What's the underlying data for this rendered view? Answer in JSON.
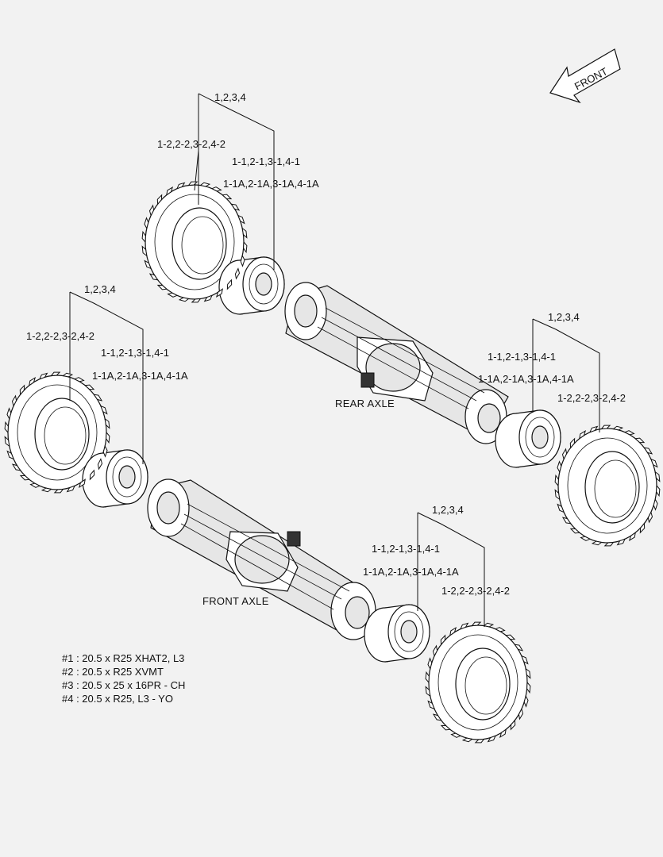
{
  "front_arrow": {
    "text": "FRONT"
  },
  "assemblies": {
    "rear_axle": {
      "title": "REAR AXLE",
      "left_wheel": {
        "tire_group": "1,2,3,4",
        "tire_set": "1-2,2-2,3-2,4-2",
        "rim_set": "1-1,2-1,3-1,4-1",
        "rim_part_set": "1-1A,2-1A,3-1A,4-1A"
      },
      "right_wheel": {
        "tire_group": "1,2,3,4",
        "rim_set": "1-1,2-1,3-1,4-1",
        "rim_part_set": "1-1A,2-1A,3-1A,4-1A",
        "tire_set": "1-2,2-2,3-2,4-2"
      }
    },
    "front_axle": {
      "title": "FRONT AXLE",
      "left_wheel": {
        "tire_group": "1,2,3,4",
        "tire_set": "1-2,2-2,3-2,4-2",
        "rim_set": "1-1,2-1,3-1,4-1",
        "rim_part_set": "1-1A,2-1A,3-1A,4-1A"
      },
      "right_wheel": {
        "tire_group": "1,2,3,4",
        "rim_set": "1-1,2-1,3-1,4-1",
        "rim_part_set": "1-1A,2-1A,3-1A,4-1A",
        "tire_set": "1-2,2-2,3-2,4-2"
      }
    }
  },
  "tire_legend": [
    "#1 : 20.5 x R25 XHAT2, L3",
    "#2 : 20.5 x R25 XVMT",
    "#3 : 20.5 x 25 x 16PR - CH",
    "#4 : 20.5 x R25, L3  - YO"
  ]
}
